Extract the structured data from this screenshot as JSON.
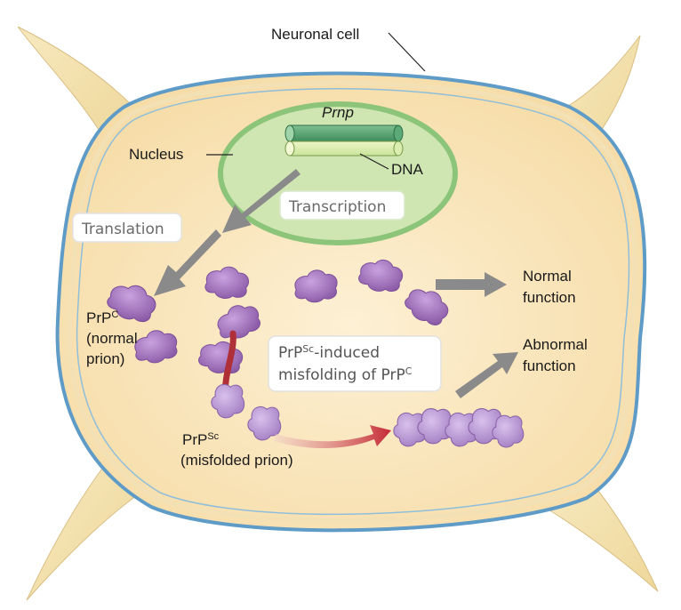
{
  "labels": {
    "neuronal_cell": "Neuronal cell",
    "nucleus": "Nucleus",
    "gene": "Prnp",
    "dna": "DNA",
    "transcription": "Transcription",
    "translation": "Translation",
    "prpc_base": "PrP",
    "prpc_sup": "C",
    "prpc_line2": "(normal",
    "prpc_line3": "prion)",
    "prpsc_base": "PrP",
    "prpsc_sup": "Sc",
    "prpsc_line2": "(misfolded prion)",
    "induced_base": "PrP",
    "induced_sup": "Sc",
    "induced_rest": "-induced",
    "misfolding_text": "misfolding of PrP",
    "misfolding_sup": "C",
    "normal_line1": "Normal",
    "normal_line2": "function",
    "abnormal_line1": "Abnormal",
    "abnormal_line2": "function"
  },
  "colors": {
    "cell_fill": "#fbe7bd",
    "cell_membrane": "#6fa7cf",
    "nucleus_fill": "#cfe6b2",
    "nucleus_border": "#8cc47a",
    "dna_dark": "#4a9a6a",
    "dna_light": "#cfe9a8",
    "protein_purple": "#9a6bb3",
    "misfolded_purple": "#b48fd0",
    "arrow_gray": "#8a8a8a",
    "arrow_red": "#c6323a"
  }
}
